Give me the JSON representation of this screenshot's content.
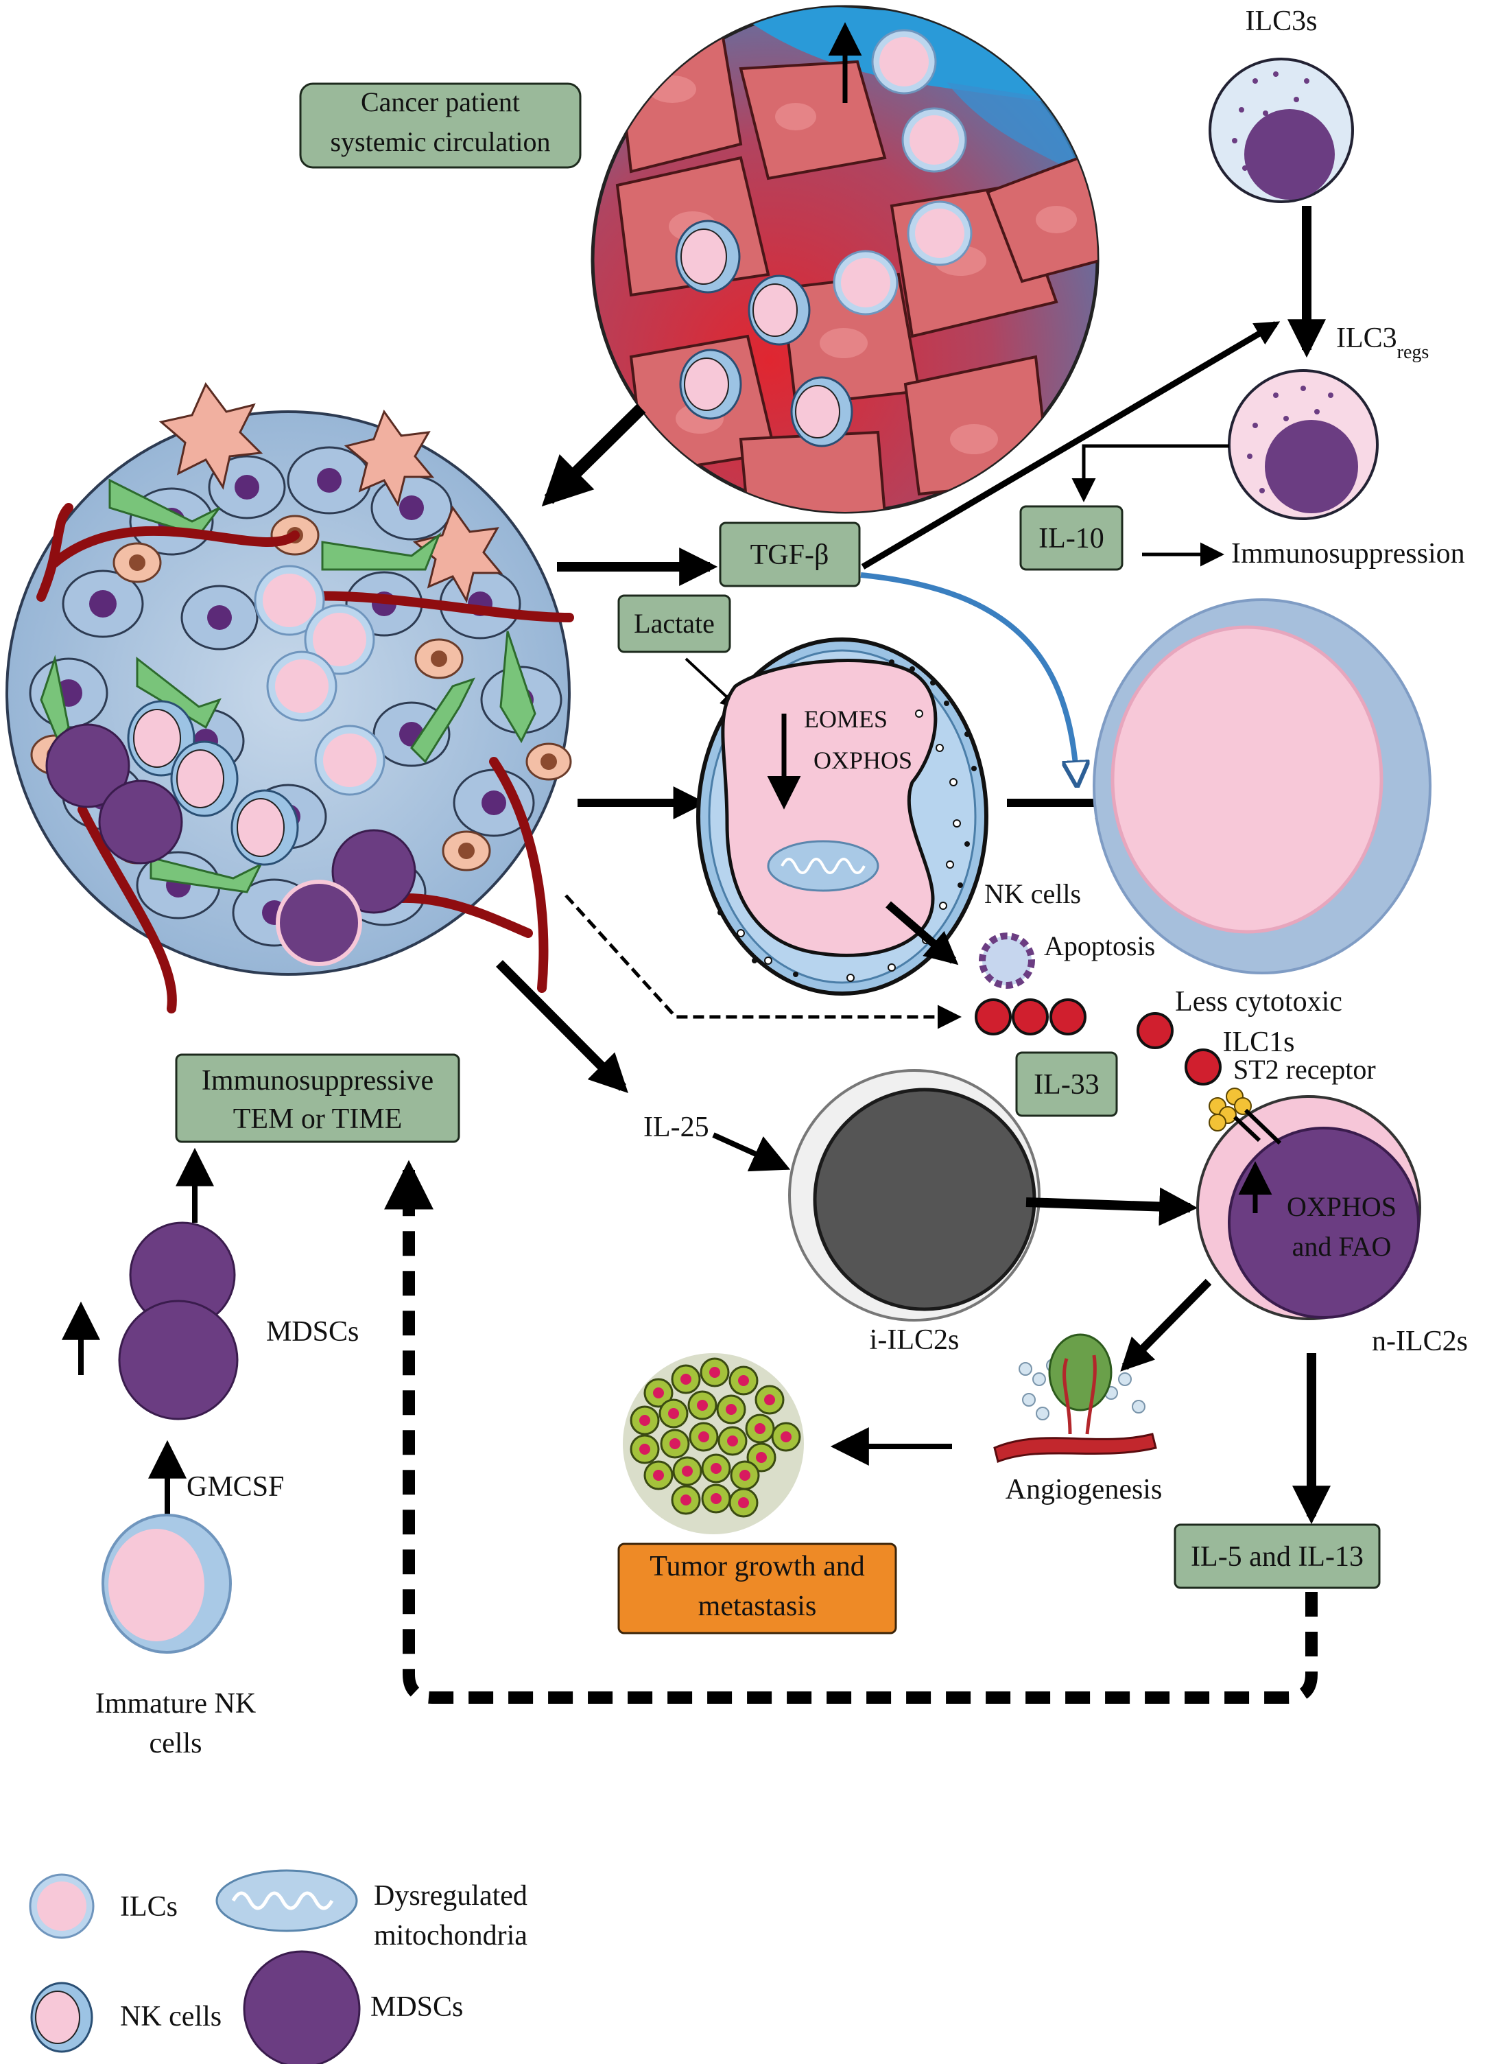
{
  "labels": {
    "circulation": [
      "Cancer patient",
      "systemic circulation"
    ],
    "ilc3s": "ILC3s",
    "ilc3regs_main": "ILC3",
    "ilc3regs_sub": "regs",
    "tgfb": "TGF-β",
    "il10": "IL-10",
    "immunosuppression": "Immunosuppression",
    "lactate": "Lactate",
    "eomes": "EOMES",
    "oxphos": "OXPHOS",
    "nk_cells": "NK cells",
    "apoptosis": "Apoptosis",
    "less_cytotoxic": [
      "Less cytotoxic",
      "ILC1s"
    ],
    "il33": "IL-33",
    "st2": "ST2 receptor",
    "immunosuppressive_tem": [
      "Immunosuppressive",
      "TEM or TIME"
    ],
    "il25": "IL-25",
    "oxphos_fao": [
      "OXPHOS",
      "and FAO"
    ],
    "i_ilc2s": "i-ILC2s",
    "n_ilc2s": "n-ILC2s",
    "mdscs": "MDSCs",
    "gmcsf": "GMCSF",
    "immature_nk": [
      "Immature NK",
      "cells"
    ],
    "angiogenesis": "Angiogenesis",
    "tumor_growth": [
      "Tumor growth and",
      "metastasis"
    ],
    "il5_il13": "IL-5 and IL-13"
  },
  "legend": {
    "ilcs": "ILCs",
    "nk_cells": "NK cells",
    "dysregulated_mito": [
      "Dysregulated",
      "mitochondria"
    ],
    "mdscs": "MDSCs"
  },
  "colors": {
    "box_green": "#9ab99a",
    "box_orange": "#ee8a26",
    "cell_pink": "#f7c6d6",
    "cell_blue": "#b8d4ea",
    "mdsc_purple": "#6b3d82",
    "il33_red": "#d01f2e",
    "arrow_blue": "#3a7fc0"
  }
}
